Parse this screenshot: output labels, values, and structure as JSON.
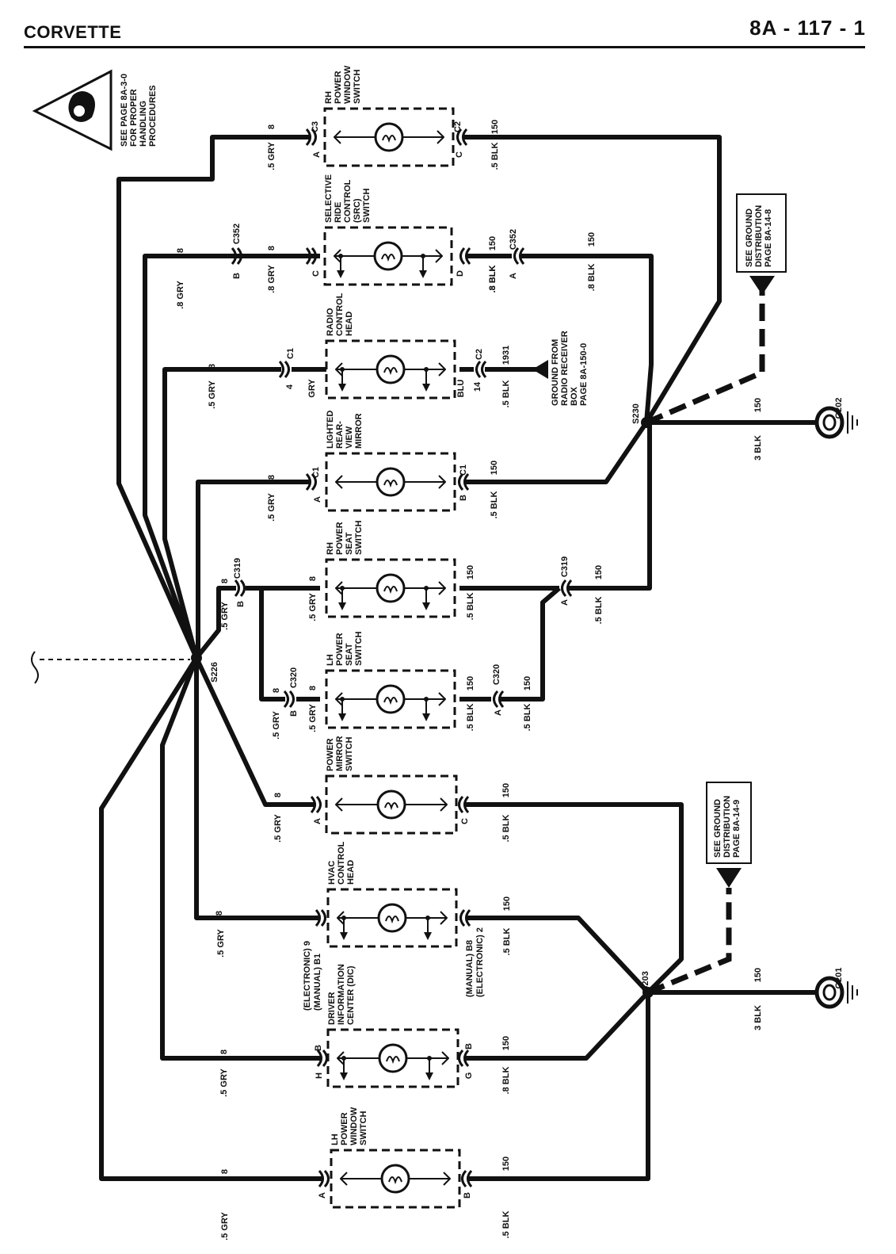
{
  "header": {
    "left": "CORVETTE",
    "right": "8A - 117 - 1"
  },
  "warning_note": [
    "SEE PAGE 8A-3-0",
    "FOR PROPER",
    "HANDLING",
    "PROCEDURES"
  ],
  "components": [
    {
      "id": "rh-power-window-switch",
      "name": [
        "RH",
        "POWER",
        "WINDOW",
        "SWITCH"
      ],
      "left": {
        "pin": "A",
        "conn": "C3",
        "wire": ".5 GRY",
        "circuit": "8"
      },
      "right": {
        "pin": "C",
        "conn": "C2",
        "wire": ".5 BLK",
        "circuit": "150"
      }
    },
    {
      "id": "selective-ride-control-switch",
      "name": [
        "SELECTIVE",
        "RIDE",
        "CONTROL",
        "(SRC)",
        "SWITCH"
      ],
      "left": {
        "pin": "C",
        "wire": ".8 GRY",
        "circuit": "8"
      },
      "right": {
        "pin": "D",
        "wire": ".8 BLK",
        "circuit": "150"
      }
    },
    {
      "id": "radio-control-head",
      "name": [
        "RADIO",
        "CONTROL",
        "HEAD"
      ],
      "left": {
        "pin": "4",
        "wire": "GRY"
      },
      "right": {
        "pin": "14",
        "conn": "C2",
        "wire": "BLU",
        "circuit": "1931"
      }
    },
    {
      "id": "lighted-rear-view-mirror",
      "name": [
        "LIGHTED",
        "REAR-",
        "VIEW",
        "MIRROR"
      ],
      "left": {
        "pin": "A",
        "conn": "C1",
        "wire": ".5 GRY",
        "circuit": "8"
      },
      "right": {
        "pin": "B",
        "conn": "C1",
        "wire": ".5 BLK",
        "circuit": "150"
      }
    },
    {
      "id": "rh-power-seat-switch",
      "name": [
        "RH",
        "POWER",
        "SEAT",
        "SWITCH"
      ],
      "left": {
        "wire": ".5 GRY",
        "circuit": "8"
      },
      "right": {
        "wire": ".5 BLK",
        "circuit": "150"
      }
    },
    {
      "id": "lh-power-seat-switch",
      "name": [
        "LH",
        "POWER",
        "SEAT",
        "SWITCH"
      ],
      "left": {
        "wire": ".5 GRY",
        "circuit": "8"
      },
      "right": {
        "wire": ".5 BLK",
        "circuit": "150"
      }
    },
    {
      "id": "power-mirror-switch",
      "name": [
        "POWER",
        "MIRROR",
        "SWITCH"
      ],
      "left": {
        "pin": "A",
        "wire": ".5 GRY",
        "circuit": "8"
      },
      "right": {
        "pin": "C",
        "wire": ".5 BLK",
        "circuit": "150"
      }
    },
    {
      "id": "hvac-control-head",
      "name": [
        "HVAC",
        "CONTROL",
        "HEAD"
      ],
      "left": {
        "pin": [
          "(ELECTRONIC) 9",
          "(MANUAL) B1"
        ],
        "wire": ".5 GRY",
        "circuit": "8"
      },
      "right": {
        "pin": [
          "(MANUAL) B8",
          "(ELECTRONIC) 2"
        ],
        "wire": ".5 BLK",
        "circuit": "150"
      }
    },
    {
      "id": "driver-information-center",
      "name": [
        "DRIVER",
        "INFORMATION",
        "CENTER (DIC)"
      ],
      "left": {
        "pin": "H",
        "conn": "B",
        "wire": ".5 GRY",
        "circuit": "8"
      },
      "right": {
        "pin": "G",
        "conn": "B",
        "wire": ".8 BLK",
        "circuit": "150"
      }
    },
    {
      "id": "lh-power-window-switch",
      "name": [
        "LH",
        "POWER",
        "WINDOW",
        "SWITCH"
      ],
      "left": {
        "pin": "A",
        "wire": ".5 GRY",
        "circuit": "8"
      },
      "right": {
        "pin": "B",
        "wire": ".5 BLK",
        "circuit": "150"
      }
    }
  ],
  "connectors": {
    "c352_left": {
      "name": "C352",
      "pin": "B",
      "wire": ".8 GRY",
      "circuit": "8"
    },
    "c352_right": {
      "name": "C352",
      "pin": "A",
      "wire": ".8 BLK",
      "circuit": "150"
    },
    "c1_radio": {
      "name": "C1",
      "wire": ".5 GRY",
      "circuit": "8"
    },
    "c2_radio": {
      "wire": ".5 BLK"
    },
    "c319_left": {
      "name": "C319",
      "pin": "B",
      "wire": ".5 GRY",
      "circuit": "8"
    },
    "c319_right": {
      "name": "C319",
      "pin": "A",
      "wire": ".5 BLK",
      "circuit": "150"
    },
    "c320_left": {
      "name": "C320",
      "pin": "B",
      "wire": ".5 GRY",
      "circuit": "8"
    },
    "c320_right": {
      "name": "C320",
      "pin": "A",
      "wire": ".5 BLK",
      "circuit": "150"
    }
  },
  "splices": {
    "s226": "S226",
    "s230": "S230",
    "s203": "S203"
  },
  "grounds": {
    "g202": {
      "name": "G202",
      "wire": "3 BLK",
      "circuit": "150"
    },
    "g201": {
      "name": "G201",
      "wire": "3 BLK",
      "circuit": "150"
    }
  },
  "notes": {
    "ground_dist_top": [
      "SEE GROUND",
      "DISTRIBUTION",
      "PAGE 8A-14-8"
    ],
    "ground_dist_bottom": [
      "SEE GROUND",
      "DISTRIBUTION",
      "PAGE 8A-14-9"
    ],
    "radio_ground": [
      "GROUND FROM",
      "RADIO RECEIVER",
      "BOX",
      "PAGE 8A-150-0"
    ]
  }
}
